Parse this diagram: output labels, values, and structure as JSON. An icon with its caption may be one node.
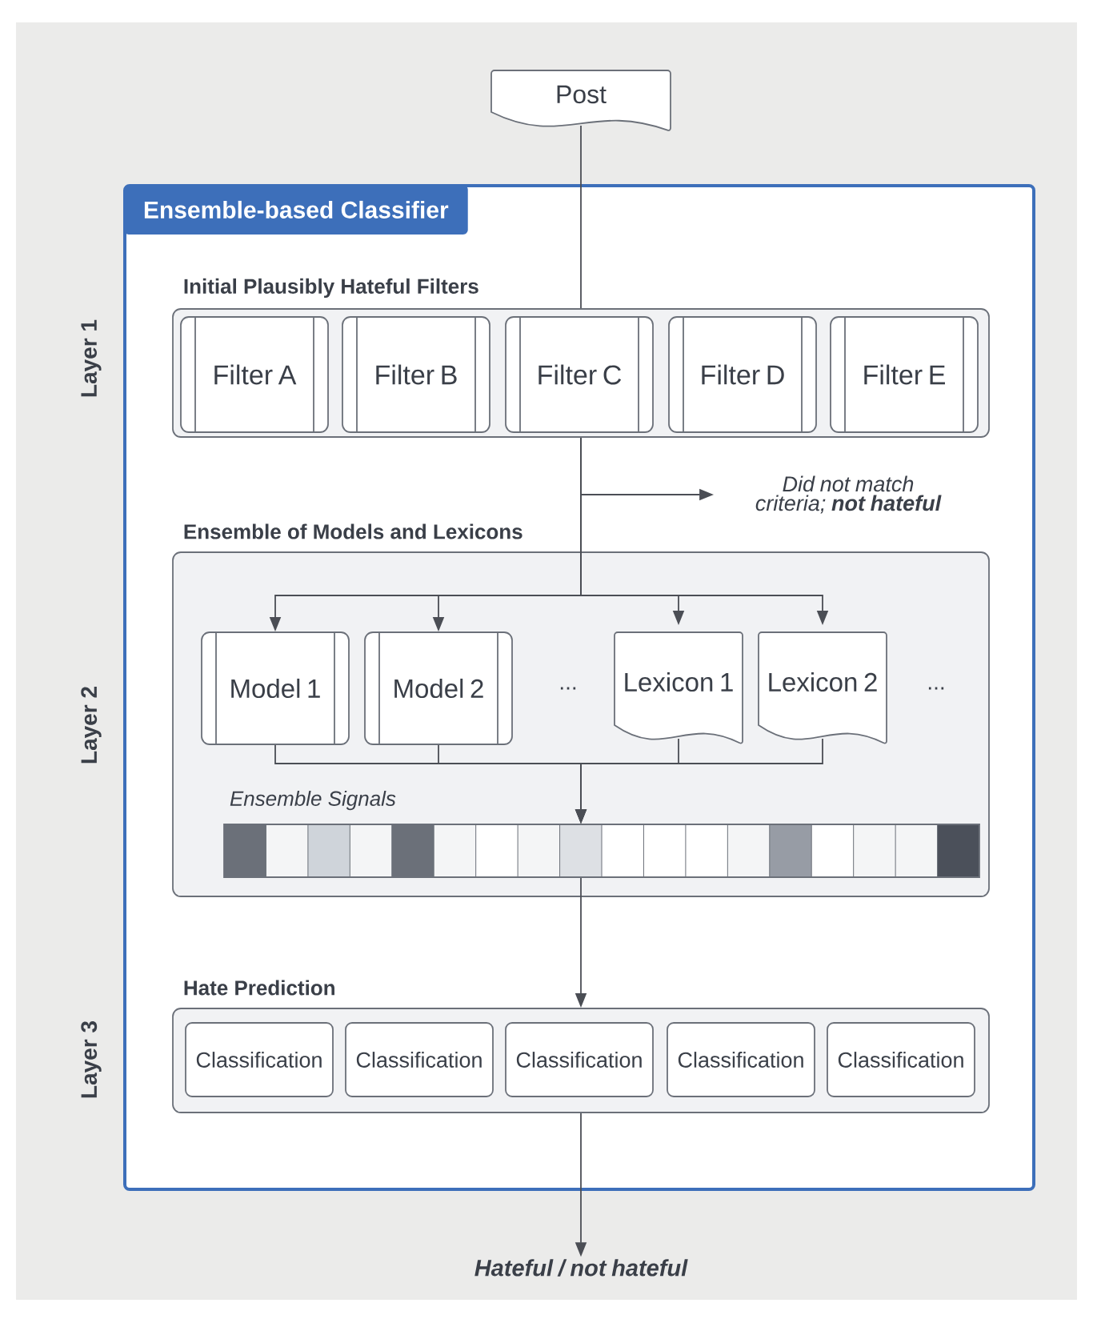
{
  "diagram": {
    "nodes": [
      {
        "text": [
          "Post"
        ]
      },
      {
        "text": [
          "Ensemble-based Classifier"
        ]
      },
      {
        "text": [
          "Initial Plausibly Hateful Filters"
        ],
        "in": 1
      },
      {
        "text": [
          "Filter A"
        ],
        "in": 2
      },
      {
        "text": [
          "Filter B"
        ],
        "in": 2
      },
      {
        "text": [
          "Filter C"
        ],
        "in": 2
      },
      {
        "text": [
          "Filter D"
        ],
        "in": 2
      },
      {
        "text": [
          "Filter E"
        ],
        "in": 2
      },
      {
        "text": [
          "Did not match criteria; **not hateful**"
        ],
        "in": 1
      },
      {
        "text": [
          "Ensemble of Models and Lexicons"
        ],
        "in": 1
      },
      {
        "text": [
          "Model 1"
        ],
        "in": 9
      },
      {
        "text": [
          "Model 2"
        ],
        "in": 9
      },
      {
        "text": [
          "Lexicon 1"
        ],
        "in": 9
      },
      {
        "text": [
          "Lexicon 2"
        ],
        "in": 9
      },
      {
        "text": [
          "Ensemble Signals"
        ],
        "in": 9
      },
      {
        "text": [
          "Hate Prediction"
        ],
        "in": 1
      },
      {
        "text": [
          "Classification"
        ],
        "in": 15
      },
      {
        "text": [
          "Classification"
        ],
        "in": 15
      },
      {
        "text": [
          "Classification"
        ],
        "in": 15
      },
      {
        "text": [
          "Classification"
        ],
        "in": 15
      },
      {
        "text": [
          "Classification"
        ],
        "in": 15
      },
      {
        "text": [
          "Hateful / not hateful"
        ]
      }
    ],
    "edges": [
      {
        "from": 0,
        "to": 2,
        "arrow": "none"
      },
      {
        "from": 2,
        "to": 10,
        "arrow": "to"
      },
      {
        "from": 2,
        "to": 11,
        "arrow": "to"
      },
      {
        "from": 2,
        "to": 12,
        "arrow": "to"
      },
      {
        "from": 2,
        "to": 13,
        "arrow": "to"
      },
      {
        "from": 2,
        "to": 8,
        "arrow": "to"
      },
      {
        "from": 10,
        "to": 14,
        "arrow": "to"
      },
      {
        "from": 11,
        "to": 14,
        "arrow": "to"
      },
      {
        "from": 12,
        "to": 14,
        "arrow": "to"
      },
      {
        "from": 13,
        "to": 14,
        "arrow": "to"
      },
      {
        "from": 14,
        "to": 15,
        "arrow": "to"
      },
      {
        "from": 15,
        "to": 21,
        "arrow": "to"
      }
    ],
    "labels": [
      "Layer 1",
      "Layer 2",
      "...",
      "...",
      "Layer 3"
    ]
  }
}
